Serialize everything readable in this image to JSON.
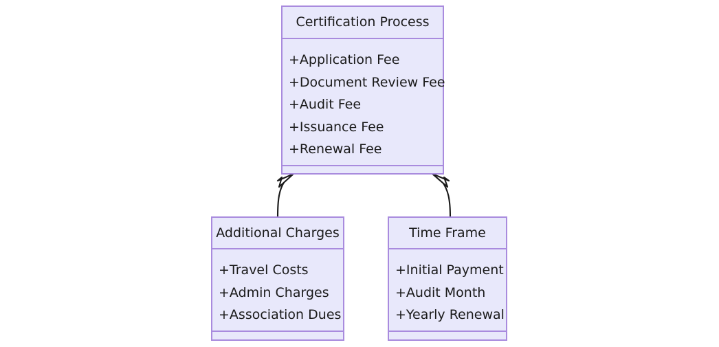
{
  "diagram": {
    "type": "uml-class-diagram",
    "background_color": "#ffffff",
    "class_fill_color": "#e8e8fb",
    "class_border_color": "#a98bde",
    "connector_color": "#1a1a1a",
    "classes": [
      {
        "id": "certification-process",
        "name": "Certification Process",
        "attributes": [
          "+Application Fee",
          "+Document Review Fee",
          "+Audit Fee",
          "+Issuance Fee",
          "+Renewal Fee"
        ],
        "operations": []
      },
      {
        "id": "additional-charges",
        "name": "Additional Charges",
        "attributes": [
          "+Travel Costs",
          "+Admin Charges",
          "+Association Dues"
        ],
        "operations": []
      },
      {
        "id": "time-frame",
        "name": "Time Frame",
        "attributes": [
          "+Initial Payment",
          "+Audit Month",
          "+Yearly Renewal"
        ],
        "operations": []
      }
    ],
    "relationships": [
      {
        "id": "additional-charges-to-certification-process",
        "kind": "generalization",
        "from": "additional-charges",
        "to": "certification-process",
        "arrow": "hollow-triangle"
      },
      {
        "id": "time-frame-to-certification-process",
        "kind": "generalization",
        "from": "time-frame",
        "to": "certification-process",
        "arrow": "hollow-triangle"
      }
    ]
  }
}
